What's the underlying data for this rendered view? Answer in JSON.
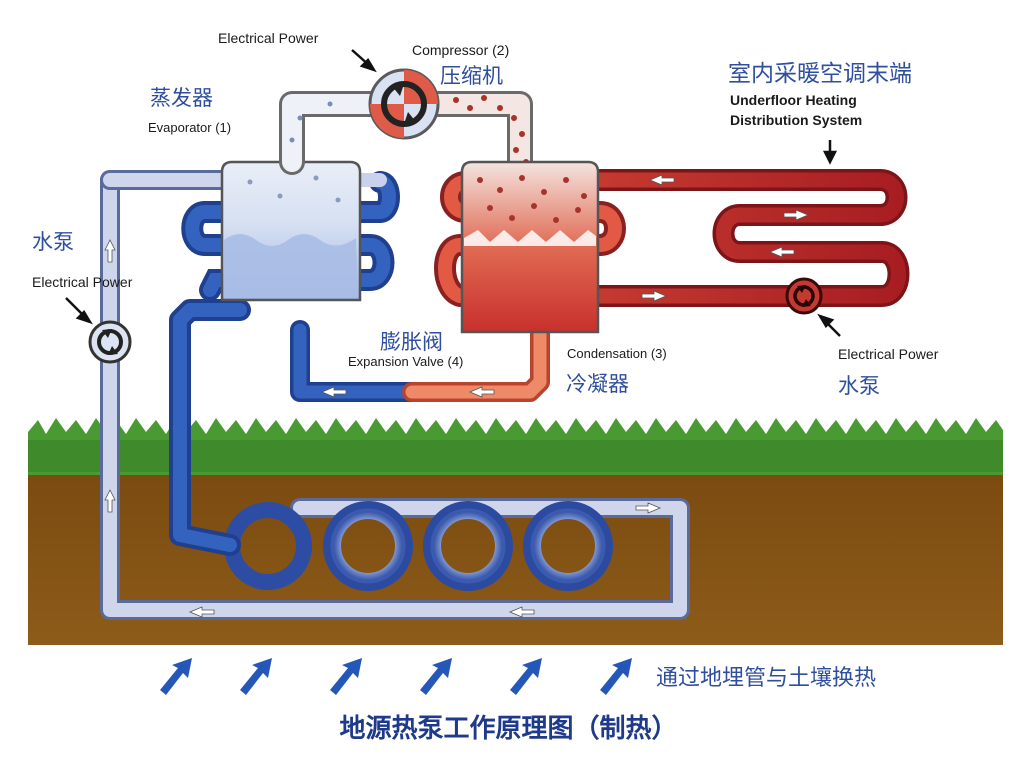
{
  "labels": {
    "electrical_power_top": "Electrical Power",
    "compressor_en": "Compressor  (2)",
    "compressor_zh": "压缩机",
    "evaporator_zh": "蒸发器",
    "evaporator_en": "Evaporator  (1)",
    "indoor_zh": "室内采暖空调末端",
    "underfloor_en_1": "Underfloor Heating",
    "underfloor_en_2": "Distribution System",
    "pump_left_zh": "水泵",
    "electrical_power_left": "Electrical Power",
    "expansion_zh": "膨胀阀",
    "expansion_en": "Expansion Valve  (4)",
    "condensation_en": "Condensation  (3)",
    "condenser_zh": "冷凝器",
    "electrical_power_right": "Electrical Power",
    "pump_right_zh": "水泵",
    "ground_exchange_zh": "通过地埋管与土壤换热"
  },
  "title": "地源热泵工作原理图（制热）",
  "colors": {
    "ground": "#8a5a18",
    "grass": "#4a9a34",
    "cold_pipe": "#2f5fb3",
    "hot_pipe": "#b3262a",
    "ground_loop": "#c4cbe5",
    "arrow_blue": "#2557b8",
    "title": "#1f3a8a"
  },
  "icons": [
    "pump-left-icon",
    "compressor-icon",
    "pump-right-icon",
    "ground-heat-arrow-icon"
  ]
}
